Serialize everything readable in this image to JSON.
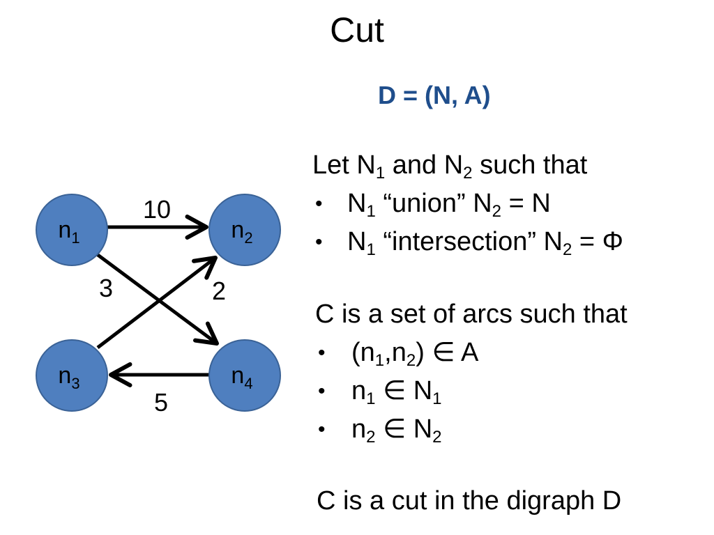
{
  "slide": {
    "title": "Cut",
    "subtitle": "D = (N, A)",
    "subtitle_color": "#1f4e8c"
  },
  "graph": {
    "node_fill": "#4f7fbf",
    "node_stroke": "#3a6296",
    "arrow_color": "#000000",
    "nodes": [
      {
        "id": "n1",
        "base": "n",
        "sub": "1"
      },
      {
        "id": "n2",
        "base": "n",
        "sub": "2"
      },
      {
        "id": "n3",
        "base": "n",
        "sub": "3"
      },
      {
        "id": "n4",
        "base": "n",
        "sub": "4"
      }
    ],
    "arcs": [
      {
        "from": "n1",
        "to": "n2",
        "weight": "10"
      },
      {
        "from": "n1",
        "to": "n4",
        "weight": "3"
      },
      {
        "from": "n3",
        "to": "n2",
        "weight": "2"
      },
      {
        "from": "n4",
        "to": "n3",
        "weight": "5"
      }
    ]
  },
  "text": {
    "let_line": {
      "a": "Let N",
      "a_sub": "1",
      "b": " and N",
      "b_sub": "2",
      "c": " such that"
    },
    "bullet_char": "•",
    "union_line": {
      "a": "N",
      "a_sub": "1",
      "b": " “union” N",
      "b_sub": "2",
      "c": " = N"
    },
    "intersection_line": {
      "a": "N",
      "a_sub": "1",
      "b": " “intersection” N",
      "b_sub": "2",
      "c": " = Φ"
    },
    "c_line": "C is a set of arcs such that",
    "arc_line": {
      "a": "(n",
      "a_sub": "1",
      "b": ",n",
      "b_sub": "2",
      "c": ") ∈ A"
    },
    "n1_line": {
      "a": "n",
      "a_sub": "1",
      "b": " ∈ N",
      "b_sub": "1"
    },
    "n2_line": {
      "a": "n",
      "a_sub": "2",
      "b": " ∈ N",
      "b_sub": "2"
    },
    "conclusion": "C is a cut in the digraph D"
  }
}
